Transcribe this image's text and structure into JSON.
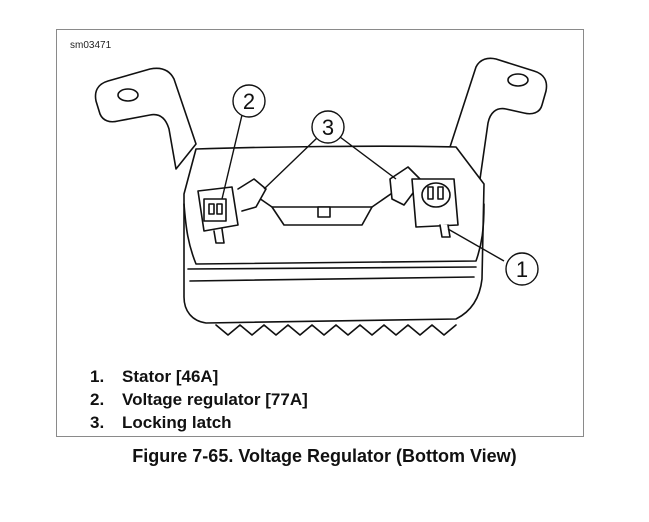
{
  "figure": {
    "ref_code": "sm03471",
    "caption": "Figure 7-65. Voltage Regulator (Bottom View)"
  },
  "callouts": [
    {
      "number": "1"
    },
    {
      "number": "2"
    },
    {
      "number": "3"
    }
  ],
  "legend": [
    {
      "number": "1.",
      "text": "Stator [46A]"
    },
    {
      "number": "2.",
      "text": "Voltage regulator [77A]"
    },
    {
      "number": "3.",
      "text": "Locking latch"
    }
  ],
  "colors": {
    "line": "#111111",
    "fill": "#ffffff",
    "frame": "#8a8a8a"
  }
}
